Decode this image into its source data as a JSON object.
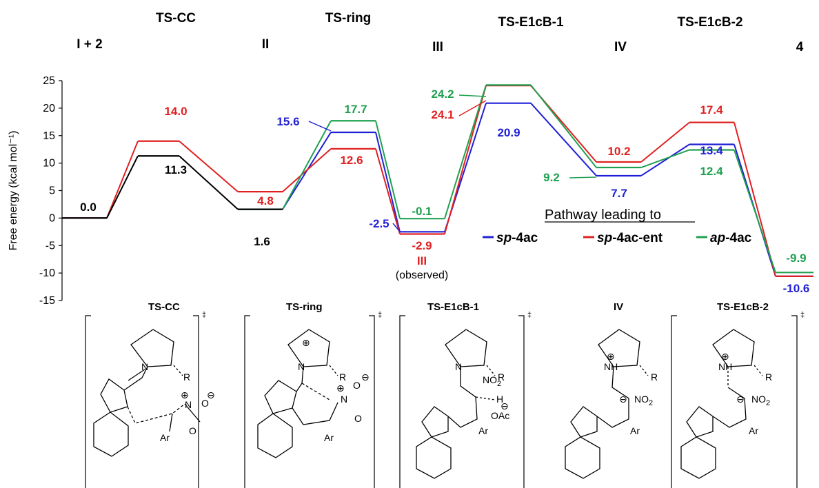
{
  "chart_data": {
    "type": "line",
    "ylabel": "Free energy (kcal mol⁻¹)",
    "ylim": [
      -15,
      25
    ],
    "yticks": [
      25,
      20,
      15,
      10,
      5,
      0,
      -5,
      -10,
      -15
    ],
    "stages": [
      "I + 2",
      "TS-CC",
      "II",
      "TS-ring",
      "III",
      "TS-E1cB-1",
      "IV",
      "TS-E1cB-2",
      "4"
    ],
    "series": [
      {
        "name": "sp-4ac-black",
        "color": "#000000",
        "values": [
          0.0,
          11.3,
          1.6,
          null,
          null,
          null,
          null,
          null,
          null
        ],
        "labels": [
          "0.0",
          "11.3",
          "1.6",
          null,
          null,
          null,
          null,
          null,
          null
        ]
      },
      {
        "name": "sp-4ac",
        "color": "#1f1fd6",
        "values": [
          0.0,
          null,
          1.6,
          15.6,
          -2.5,
          20.9,
          7.7,
          13.4,
          -10.6
        ],
        "labels": [
          null,
          null,
          null,
          "15.6",
          "-2.5",
          "20.9",
          "7.7",
          "13.4",
          "-10.6"
        ]
      },
      {
        "name": "sp-4ac-ent",
        "color": "#e02020",
        "values": [
          0.0,
          14.0,
          4.8,
          12.6,
          -2.9,
          24.1,
          10.2,
          17.4,
          -10.6
        ],
        "labels": [
          null,
          "14.0",
          "4.8",
          "12.6",
          "-2.9",
          "24.1",
          "10.2",
          "17.4",
          null
        ]
      },
      {
        "name": "ap-4ac",
        "color": "#20a050",
        "values": [
          null,
          null,
          1.6,
          17.7,
          -0.1,
          24.2,
          9.2,
          12.4,
          -9.9
        ],
        "labels": [
          null,
          null,
          null,
          "17.7",
          "-0.1",
          "24.2",
          "9.2",
          "12.4",
          "-9.9"
        ]
      }
    ],
    "annotations": {
      "observed_stage": "III",
      "observed_text": "(observed)"
    },
    "legend": {
      "title": "Pathway leading to",
      "items": [
        {
          "prefix": "sp",
          "suffix": "-4ac",
          "color": "#1f1fd6"
        },
        {
          "prefix": "sp",
          "suffix": "-4ac-ent",
          "color": "#e02020"
        },
        {
          "prefix": "ap",
          "suffix": "-4ac",
          "color": "#20a050"
        }
      ]
    }
  },
  "structures": [
    {
      "label": "TS-CC"
    },
    {
      "label": "TS-ring"
    },
    {
      "label": "TS-E1cB-1"
    },
    {
      "label": "IV"
    },
    {
      "label": "TS-E1cB-2"
    }
  ],
  "atoms": {
    "n": "N",
    "r": "R",
    "ar": "Ar",
    "nh": "NH",
    "no2": "NO",
    "two": "2",
    "h": "H",
    "oac": "OAc",
    "o": "O",
    "plus": "⊕",
    "minus": "⊖",
    "dagger": "‡"
  }
}
